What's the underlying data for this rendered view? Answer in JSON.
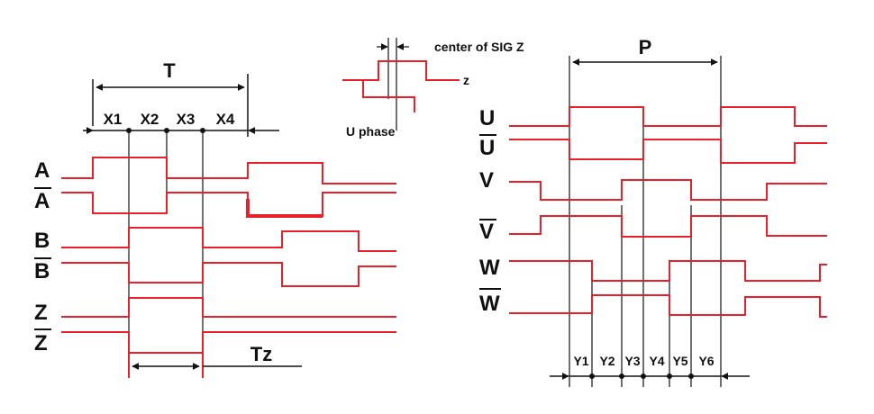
{
  "left_diagram": {
    "period_label": "T",
    "sub_labels": [
      "X1",
      "X2",
      "X3",
      "X4"
    ],
    "signals": [
      "A",
      "A",
      "B",
      "B",
      "Z",
      "Z"
    ],
    "tz_label": "Tz"
  },
  "inset": {
    "center_label": "center of SIG Z",
    "z_label": "z",
    "u_phase_label": "U phase"
  },
  "right_diagram": {
    "period_label": "P",
    "signals": [
      "U",
      "U",
      "V",
      "V",
      "W",
      "W"
    ],
    "sub_labels": [
      "Y1",
      "Y2",
      "Y3",
      "Y4",
      "Y5",
      "Y6"
    ]
  },
  "colors": {
    "signal": "#e8202a",
    "line": "#111111"
  }
}
